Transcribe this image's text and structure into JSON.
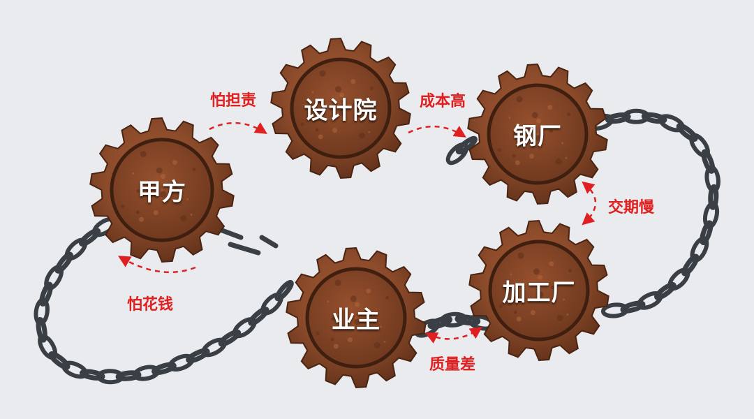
{
  "colors": {
    "background": "#e9ebee",
    "gear_rust": "#8a4a2a",
    "gear_dark": "#5e2f19",
    "chain": "#3a3f45",
    "arrow": "#e02020",
    "label_text": "#ffffff"
  },
  "gears": {
    "jiafang": "甲方",
    "sheji": "设计院",
    "gangchang": "钢厂",
    "jiagongchang": "加工厂",
    "yezhu": "业主"
  },
  "links": {
    "pa_danze": "怕担责",
    "chengben_gao": "成本高",
    "jiaoqi_man": "交期慢",
    "zhiliang_cha": "质量差",
    "pa_huaqian": "怕花钱"
  },
  "icons": {
    "gear": "gear-icon",
    "chain": "chain-icon",
    "arrow": "dashed-arrow-icon"
  }
}
